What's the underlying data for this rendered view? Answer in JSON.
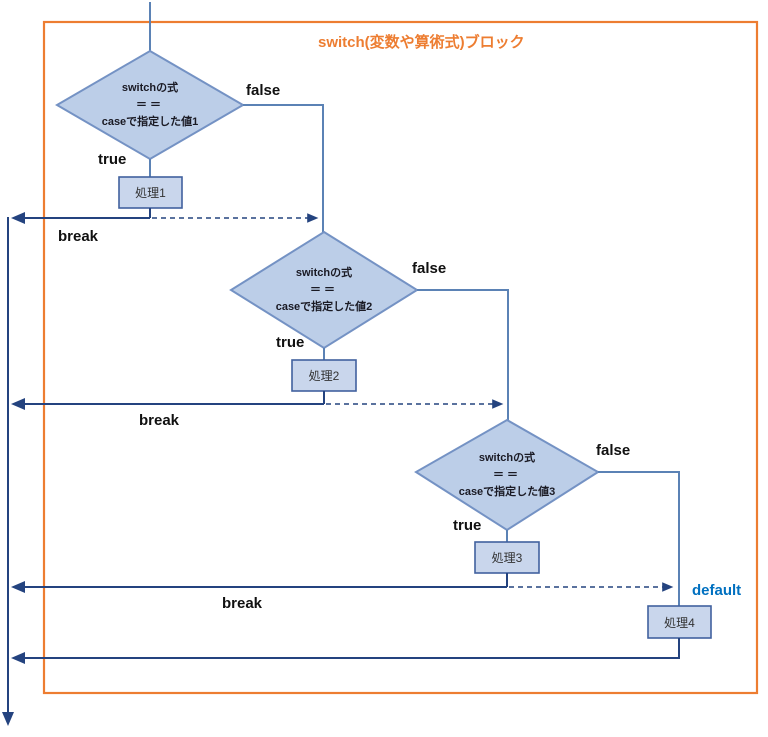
{
  "diagram": {
    "title": "switch(変数や算術式)ブロック",
    "colors": {
      "orange": "#ED7D31",
      "navy": "#24437F",
      "branch": "#5B82B5",
      "shape_fill": "#BCCEE8",
      "shape_stroke": "#7492C4",
      "box_fill": "#C9D6EC",
      "box_stroke": "#41619E",
      "blue": "#0070C0"
    },
    "decisions": [
      {
        "line1": "switchの式",
        "line2": "＝＝",
        "line3": "caseで指定した値1",
        "true_label": "true",
        "false_label": "false"
      },
      {
        "line1": "switchの式",
        "line2": "＝＝",
        "line3": "caseで指定した値2",
        "true_label": "true",
        "false_label": "false"
      },
      {
        "line1": "switchの式",
        "line2": "＝＝",
        "line3": "caseで指定した値3",
        "true_label": "true",
        "false_label": "false"
      }
    ],
    "processes": [
      {
        "label": "処理1"
      },
      {
        "label": "処理2"
      },
      {
        "label": "処理3"
      },
      {
        "label": "処理4"
      }
    ],
    "break_labels": [
      "break",
      "break",
      "break"
    ],
    "default_label": "default"
  }
}
